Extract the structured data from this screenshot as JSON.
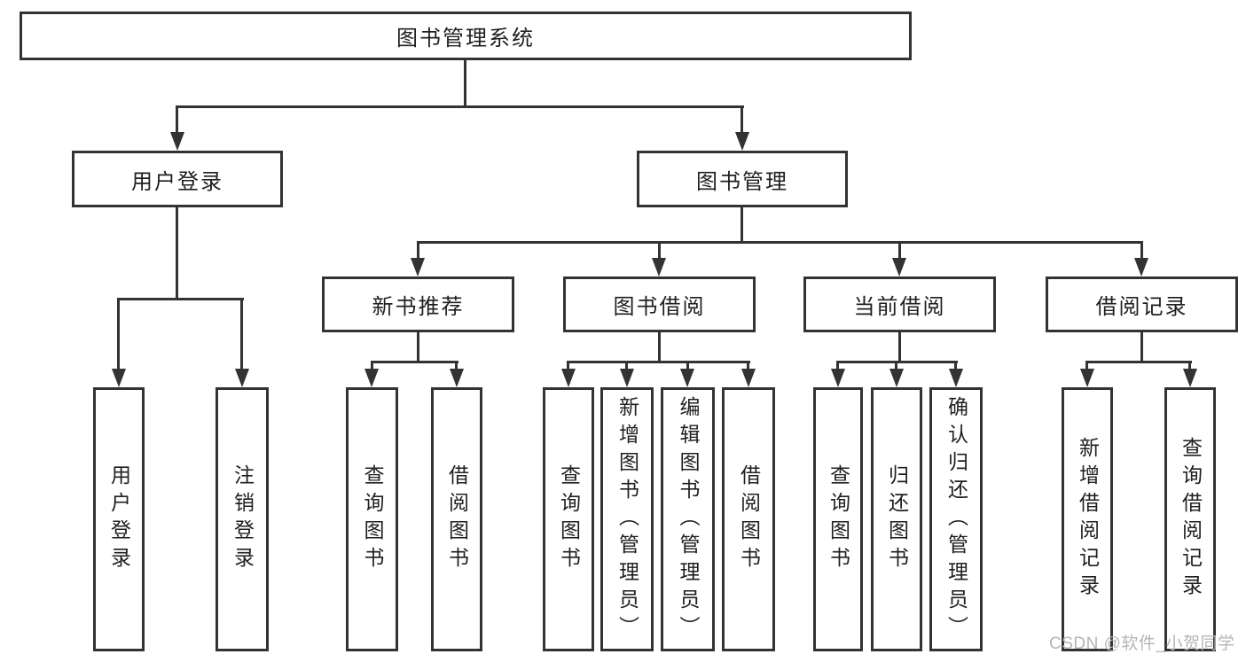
{
  "diagram": {
    "root_label": "图书管理系统",
    "level2": [
      "用户登录",
      "图书管理"
    ],
    "level3": [
      "新书推荐",
      "图书借阅",
      "当前借阅",
      "借阅记录"
    ],
    "leaves": {
      "user_login": [
        "用户登录",
        "注销登录"
      ],
      "new_book_recommend": [
        "查询图书",
        "借阅图书"
      ],
      "book_borrow": [
        "查询图书",
        "新增图书（管理员）",
        "编辑图书（管理员）",
        "借阅图书"
      ],
      "current_borrow": [
        "查询图书",
        "归还图书",
        "确认归还（管理员）"
      ],
      "borrow_record": [
        "新增借阅记录",
        "查询借阅记录"
      ]
    },
    "colors": {
      "line": "#333333",
      "node_background": "#ffffff",
      "text": "#1f1f1f",
      "watermark_text": "#b5b5b5"
    }
  },
  "watermark": "CSDN @软件_小贺同学"
}
